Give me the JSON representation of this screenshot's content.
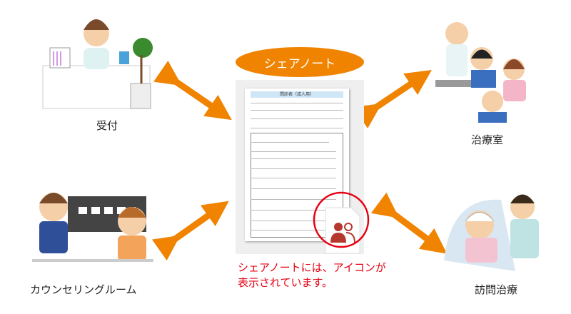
{
  "share_note_label": "シェアノート",
  "document_title": "問診表（成人用）",
  "note_text_line1": "シェアノートには、アイコンが",
  "note_text_line2": "表示されています。",
  "locations": {
    "reception": "受付",
    "treatment_room": "治療室",
    "counseling_room": "カウンセリングルーム",
    "home_visit": "訪問治療"
  },
  "colors": {
    "accent": "#f08300",
    "alert": "#e60012",
    "icon": "#b5382f"
  }
}
